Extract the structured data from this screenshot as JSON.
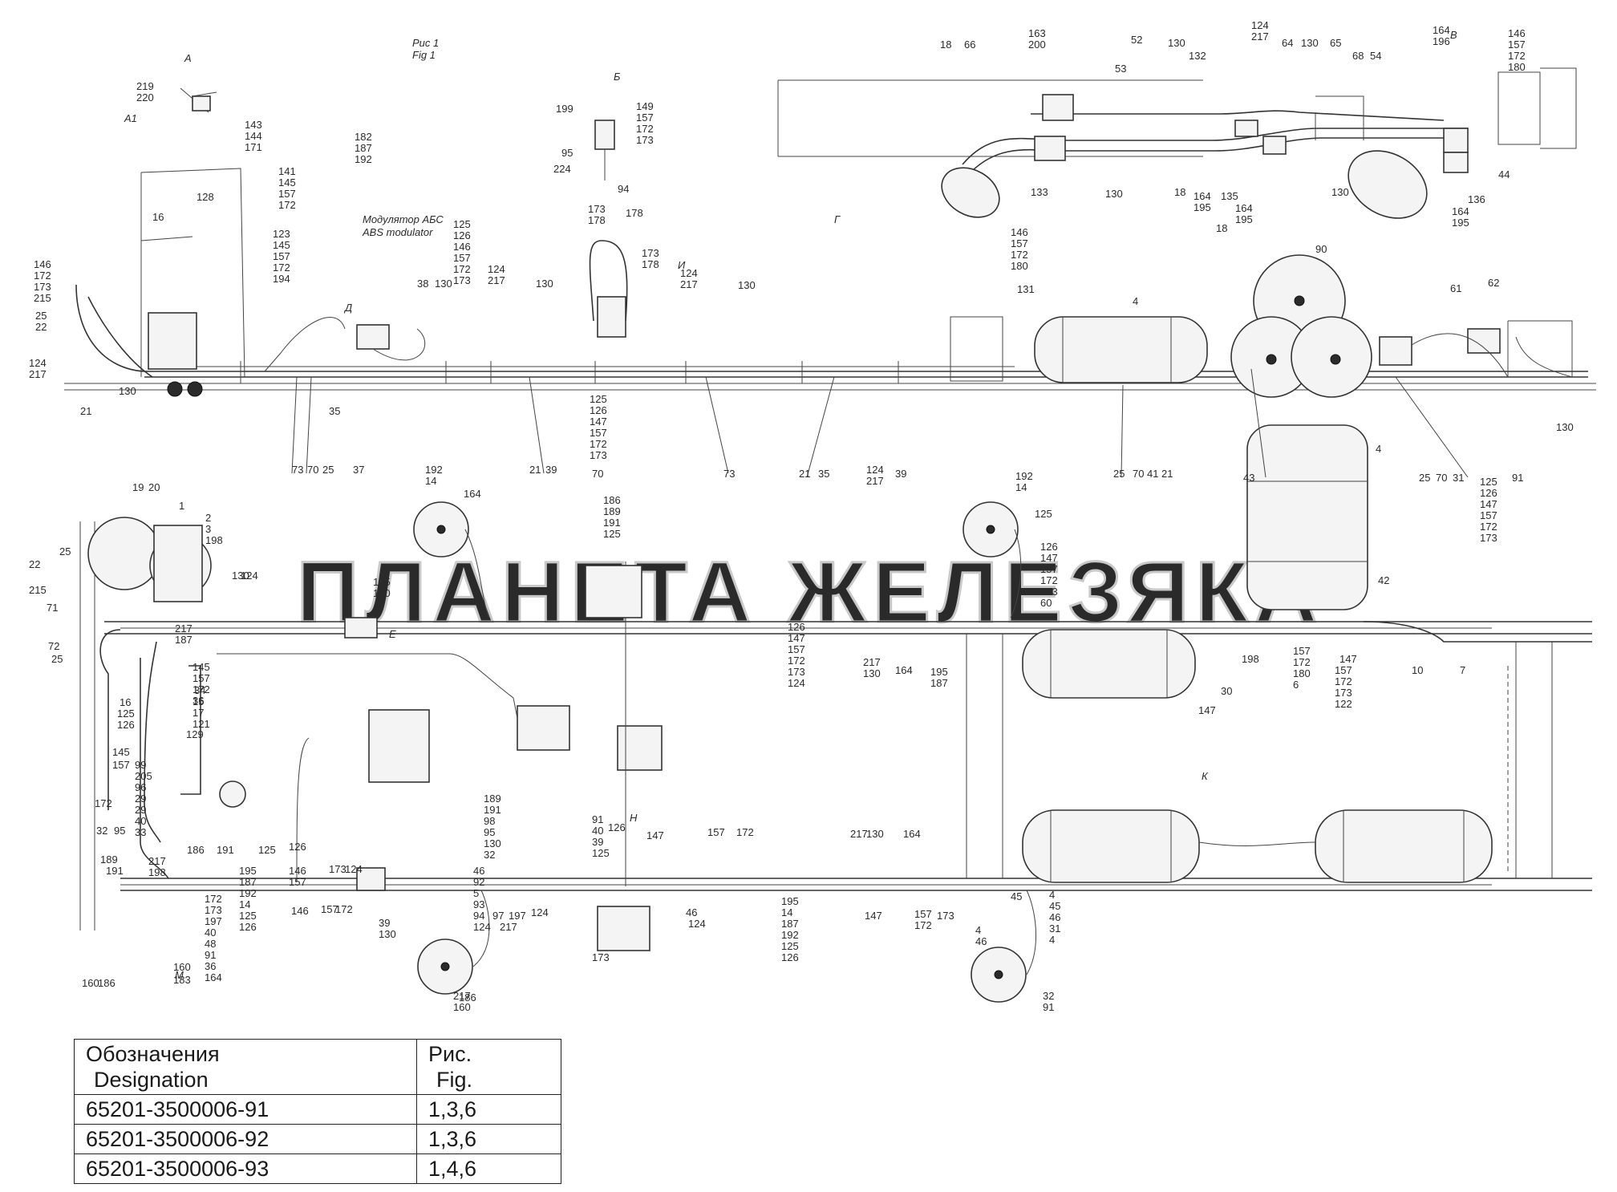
{
  "watermark": "ПЛАНЕТА ЖЕЛЕЗЯКА",
  "figure_caption": {
    "ru": "Рис 1",
    "en": "Fig 1"
  },
  "callouts": {
    "modulator": {
      "ru": "Модулятор АБС",
      "en": "ABS modulator"
    }
  },
  "view_letters": [
    "А",
    "А1",
    "Б",
    "В",
    "Г",
    "Е",
    "И",
    "К",
    "М",
    "Н",
    "Д"
  ],
  "part_labels": [
    {
      "id": "l1",
      "text": "219"
    },
    {
      "id": "l2",
      "text": "220"
    },
    {
      "id": "l3",
      "text": "143"
    },
    {
      "id": "l4",
      "text": "144"
    },
    {
      "id": "l5",
      "text": "171"
    },
    {
      "id": "l6",
      "text": "182"
    },
    {
      "id": "l7",
      "text": "187"
    },
    {
      "id": "l8",
      "text": "192"
    },
    {
      "id": "l9",
      "text": "199"
    },
    {
      "id": "l10",
      "text": "95"
    },
    {
      "id": "l11",
      "text": "224"
    },
    {
      "id": "l12",
      "text": "94"
    },
    {
      "id": "l13",
      "text": "149"
    },
    {
      "id": "l14",
      "text": "157"
    },
    {
      "id": "l15",
      "text": "172"
    },
    {
      "id": "l16",
      "text": "173"
    },
    {
      "id": "l17",
      "text": "141"
    },
    {
      "id": "l18",
      "text": "145"
    },
    {
      "id": "l19",
      "text": "157"
    },
    {
      "id": "l20",
      "text": "172"
    },
    {
      "id": "l21",
      "text": "128"
    },
    {
      "id": "l22",
      "text": "16"
    },
    {
      "id": "l23",
      "text": "123"
    },
    {
      "id": "l24",
      "text": "145"
    },
    {
      "id": "l25",
      "text": "157"
    },
    {
      "id": "l26",
      "text": "172"
    },
    {
      "id": "l27",
      "text": "194"
    },
    {
      "id": "l28",
      "text": "146"
    },
    {
      "id": "l29",
      "text": "172"
    },
    {
      "id": "l30",
      "text": "173"
    },
    {
      "id": "l31",
      "text": "215"
    },
    {
      "id": "l32",
      "text": "25"
    },
    {
      "id": "l33",
      "text": "22"
    },
    {
      "id": "l34",
      "text": "124"
    },
    {
      "id": "l35",
      "text": "217"
    },
    {
      "id": "l36",
      "text": "21"
    },
    {
      "id": "l37",
      "text": "130"
    },
    {
      "id": "l38",
      "text": "125"
    },
    {
      "id": "l39",
      "text": "126"
    },
    {
      "id": "l40",
      "text": "146"
    },
    {
      "id": "l41",
      "text": "157"
    },
    {
      "id": "l42",
      "text": "172"
    },
    {
      "id": "l43",
      "text": "173"
    },
    {
      "id": "l44",
      "text": "38"
    },
    {
      "id": "l45",
      "text": "130"
    },
    {
      "id": "l46",
      "text": "124"
    },
    {
      "id": "l47",
      "text": "217"
    },
    {
      "id": "l48",
      "text": "130"
    },
    {
      "id": "l49",
      "text": "35"
    },
    {
      "id": "l50",
      "text": "173"
    },
    {
      "id": "l51",
      "text": "178"
    },
    {
      "id": "l52",
      "text": "178"
    },
    {
      "id": "l53",
      "text": "173"
    },
    {
      "id": "l54",
      "text": "178"
    },
    {
      "id": "l55",
      "text": "124"
    },
    {
      "id": "l56",
      "text": "217"
    },
    {
      "id": "l57",
      "text": "130"
    },
    {
      "id": "l58",
      "text": "125"
    },
    {
      "id": "l59",
      "text": "126"
    },
    {
      "id": "l60",
      "text": "147"
    },
    {
      "id": "l61",
      "text": "157"
    },
    {
      "id": "l62",
      "text": "172"
    },
    {
      "id": "l63",
      "text": "173"
    },
    {
      "id": "l64",
      "text": "73"
    },
    {
      "id": "l65",
      "text": "70"
    },
    {
      "id": "l66",
      "text": "25"
    },
    {
      "id": "l67",
      "text": "37"
    },
    {
      "id": "l68",
      "text": "21"
    },
    {
      "id": "l69",
      "text": "39"
    },
    {
      "id": "l70",
      "text": "70"
    },
    {
      "id": "l71",
      "text": "73"
    },
    {
      "id": "l72",
      "text": "21"
    },
    {
      "id": "l73",
      "text": "35"
    },
    {
      "id": "l74",
      "text": "124"
    },
    {
      "id": "l75",
      "text": "217"
    },
    {
      "id": "l76",
      "text": "39"
    },
    {
      "id": "l77",
      "text": "18"
    },
    {
      "id": "l78",
      "text": "66"
    },
    {
      "id": "l79",
      "text": "163"
    },
    {
      "id": "l80",
      "text": "200"
    },
    {
      "id": "l81",
      "text": "53"
    },
    {
      "id": "l82",
      "text": "52"
    },
    {
      "id": "l83",
      "text": "130"
    },
    {
      "id": "l84",
      "text": "132"
    },
    {
      "id": "l85",
      "text": "124"
    },
    {
      "id": "l86",
      "text": "217"
    },
    {
      "id": "l87",
      "text": "64"
    },
    {
      "id": "l88",
      "text": "130"
    },
    {
      "id": "l89",
      "text": "65"
    },
    {
      "id": "l90",
      "text": "68"
    },
    {
      "id": "l91",
      "text": "54"
    },
    {
      "id": "l92",
      "text": "164"
    },
    {
      "id": "l93",
      "text": "196"
    },
    {
      "id": "l94",
      "text": "146"
    },
    {
      "id": "l95",
      "text": "157"
    },
    {
      "id": "l96",
      "text": "172"
    },
    {
      "id": "l97",
      "text": "180"
    },
    {
      "id": "l98",
      "text": "133"
    },
    {
      "id": "l99",
      "text": "130"
    },
    {
      "id": "l100",
      "text": "18"
    },
    {
      "id": "l101",
      "text": "164"
    },
    {
      "id": "l102",
      "text": "195"
    },
    {
      "id": "l103",
      "text": "135"
    },
    {
      "id": "l104",
      "text": "164"
    },
    {
      "id": "l105",
      "text": "195"
    },
    {
      "id": "l106",
      "text": "18"
    },
    {
      "id": "l107",
      "text": "130"
    },
    {
      "id": "l108",
      "text": "136"
    },
    {
      "id": "l109",
      "text": "164"
    },
    {
      "id": "l110",
      "text": "195"
    },
    {
      "id": "l111",
      "text": "44"
    },
    {
      "id": "l112",
      "text": "146"
    },
    {
      "id": "l113",
      "text": "157"
    },
    {
      "id": "l114",
      "text": "172"
    },
    {
      "id": "l115",
      "text": "180"
    },
    {
      "id": "l116",
      "text": "131"
    },
    {
      "id": "l117",
      "text": "4"
    },
    {
      "id": "l118",
      "text": "90"
    },
    {
      "id": "l119",
      "text": "61"
    },
    {
      "id": "l120",
      "text": "62"
    },
    {
      "id": "l121",
      "text": "130"
    },
    {
      "id": "l122",
      "text": "25"
    },
    {
      "id": "l123",
      "text": "70"
    },
    {
      "id": "l124",
      "text": "41"
    },
    {
      "id": "l125",
      "text": "21"
    },
    {
      "id": "l126",
      "text": "43"
    },
    {
      "id": "l127",
      "text": "4"
    },
    {
      "id": "l128",
      "text": "25"
    },
    {
      "id": "l129",
      "text": "70"
    },
    {
      "id": "l130",
      "text": "31"
    },
    {
      "id": "l131",
      "text": "125"
    },
    {
      "id": "l132",
      "text": "126"
    },
    {
      "id": "l133",
      "text": "147"
    },
    {
      "id": "l134",
      "text": "157"
    },
    {
      "id": "l135",
      "text": "172"
    },
    {
      "id": "l136",
      "text": "173"
    },
    {
      "id": "l137",
      "text": "91"
    },
    {
      "id": "l138",
      "text": "19"
    },
    {
      "id": "l139",
      "text": "20"
    },
    {
      "id": "l140",
      "text": "1"
    },
    {
      "id": "l141",
      "text": "2"
    },
    {
      "id": "l142",
      "text": "3"
    },
    {
      "id": "l143",
      "text": "198"
    },
    {
      "id": "l144",
      "text": "25"
    },
    {
      "id": "l145",
      "text": "22"
    },
    {
      "id": "l146",
      "text": "215"
    },
    {
      "id": "l147",
      "text": "71"
    },
    {
      "id": "l148",
      "text": "72"
    },
    {
      "id": "l149",
      "text": "25"
    },
    {
      "id": "l150",
      "text": "130"
    },
    {
      "id": "l151",
      "text": "124"
    },
    {
      "id": "l152",
      "text": "217"
    },
    {
      "id": "l153",
      "text": "187"
    },
    {
      "id": "l154",
      "text": "192"
    },
    {
      "id": "l155",
      "text": "14"
    },
    {
      "id": "l156",
      "text": "164"
    },
    {
      "id": "l157",
      "text": "195"
    },
    {
      "id": "l158",
      "text": "160"
    },
    {
      "id": "l159",
      "text": "186"
    },
    {
      "id": "l160",
      "text": "189"
    },
    {
      "id": "l161",
      "text": "191"
    },
    {
      "id": "l162",
      "text": "125"
    },
    {
      "id": "l163",
      "text": "126"
    },
    {
      "id": "l164",
      "text": "147"
    },
    {
      "id": "l165",
      "text": "157"
    },
    {
      "id": "l166",
      "text": "172"
    },
    {
      "id": "l167",
      "text": "173"
    },
    {
      "id": "l168",
      "text": "124"
    },
    {
      "id": "l169",
      "text": "217"
    },
    {
      "id": "l170",
      "text": "130"
    },
    {
      "id": "l171",
      "text": "164"
    },
    {
      "id": "l172",
      "text": "195"
    },
    {
      "id": "l173",
      "text": "187"
    },
    {
      "id": "l174",
      "text": "192"
    },
    {
      "id": "l175",
      "text": "14"
    },
    {
      "id": "l176",
      "text": "125"
    },
    {
      "id": "l177",
      "text": "126"
    },
    {
      "id": "l178",
      "text": "147"
    },
    {
      "id": "l179",
      "text": "157"
    },
    {
      "id": "l180",
      "text": "172"
    },
    {
      "id": "l181",
      "text": "173"
    },
    {
      "id": "l182",
      "text": "60"
    },
    {
      "id": "l183",
      "text": "42"
    },
    {
      "id": "l184",
      "text": "198"
    },
    {
      "id": "l185",
      "text": "30"
    },
    {
      "id": "l186",
      "text": "147"
    },
    {
      "id": "l187",
      "text": "157"
    },
    {
      "id": "l188",
      "text": "172"
    },
    {
      "id": "l189",
      "text": "180"
    },
    {
      "id": "l190",
      "text": "6"
    },
    {
      "id": "l191",
      "text": "147"
    },
    {
      "id": "l192",
      "text": "157"
    },
    {
      "id": "l193",
      "text": "172"
    },
    {
      "id": "l194",
      "text": "173"
    },
    {
      "id": "l195",
      "text": "122"
    },
    {
      "id": "l196",
      "text": "10"
    },
    {
      "id": "l197",
      "text": "7"
    },
    {
      "id": "l198",
      "text": "145"
    },
    {
      "id": "l199",
      "text": "157"
    },
    {
      "id": "l200",
      "text": "172"
    },
    {
      "id": "l201",
      "text": "36"
    },
    {
      "id": "l202",
      "text": "16"
    },
    {
      "id": "l203",
      "text": "125"
    },
    {
      "id": "l204",
      "text": "126"
    },
    {
      "id": "l205",
      "text": "145"
    },
    {
      "id": "l206",
      "text": "157"
    },
    {
      "id": "l207",
      "text": "172"
    },
    {
      "id": "l208",
      "text": "34"
    },
    {
      "id": "l209",
      "text": "15"
    },
    {
      "id": "l210",
      "text": "17"
    },
    {
      "id": "l211",
      "text": "121"
    },
    {
      "id": "l212",
      "text": "129"
    },
    {
      "id": "l213",
      "text": "99"
    },
    {
      "id": "l214",
      "text": "205"
    },
    {
      "id": "l215",
      "text": "96"
    },
    {
      "id": "l216",
      "text": "29"
    },
    {
      "id": "l217",
      "text": "29"
    },
    {
      "id": "l218",
      "text": "40"
    },
    {
      "id": "l219",
      "text": "33"
    },
    {
      "id": "l220",
      "text": "46"
    },
    {
      "id": "l221",
      "text": "92"
    },
    {
      "id": "l222",
      "text": "5"
    },
    {
      "id": "l223",
      "text": "93"
    },
    {
      "id": "l224",
      "text": "94"
    },
    {
      "id": "l225",
      "text": "124"
    },
    {
      "id": "l226",
      "text": "217"
    },
    {
      "id": "l227",
      "text": "198"
    },
    {
      "id": "l228",
      "text": "32"
    },
    {
      "id": "l229",
      "text": "95"
    },
    {
      "id": "l230",
      "text": "160"
    },
    {
      "id": "l231",
      "text": "186"
    },
    {
      "id": "l232",
      "text": "189"
    },
    {
      "id": "l233",
      "text": "191"
    },
    {
      "id": "l234",
      "text": "160"
    },
    {
      "id": "l235",
      "text": "183"
    },
    {
      "id": "l236",
      "text": "186"
    },
    {
      "id": "l237",
      "text": "191"
    },
    {
      "id": "l238",
      "text": "125"
    },
    {
      "id": "l239",
      "text": "126"
    },
    {
      "id": "l240",
      "text": "146"
    },
    {
      "id": "l241",
      "text": "157"
    },
    {
      "id": "l242",
      "text": "172"
    },
    {
      "id": "l243",
      "text": "173"
    },
    {
      "id": "l244",
      "text": "197"
    },
    {
      "id": "l245",
      "text": "40"
    },
    {
      "id": "l246",
      "text": "48"
    },
    {
      "id": "l247",
      "text": "91"
    },
    {
      "id": "l248",
      "text": "36"
    },
    {
      "id": "l249",
      "text": "164"
    },
    {
      "id": "l250",
      "text": "195"
    },
    {
      "id": "l251",
      "text": "187"
    },
    {
      "id": "l252",
      "text": "192"
    },
    {
      "id": "l253",
      "text": "14"
    },
    {
      "id": "l254",
      "text": "125"
    },
    {
      "id": "l255",
      "text": "126"
    },
    {
      "id": "l256",
      "text": "146"
    },
    {
      "id": "l257",
      "text": "157"
    },
    {
      "id": "l258",
      "text": "172"
    },
    {
      "id": "l259",
      "text": "173"
    },
    {
      "id": "l260",
      "text": "124"
    },
    {
      "id": "l261",
      "text": "39"
    },
    {
      "id": "l262",
      "text": "130"
    },
    {
      "id": "l263",
      "text": "217"
    },
    {
      "id": "l264",
      "text": "160"
    },
    {
      "id": "l265",
      "text": "186"
    },
    {
      "id": "l266",
      "text": "189"
    },
    {
      "id": "l267",
      "text": "191"
    },
    {
      "id": "l268",
      "text": "98"
    },
    {
      "id": "l269",
      "text": "95"
    },
    {
      "id": "l270",
      "text": "130"
    },
    {
      "id": "l271",
      "text": "32"
    },
    {
      "id": "l272",
      "text": "97"
    },
    {
      "id": "l273",
      "text": "197"
    },
    {
      "id": "l274",
      "text": "124"
    },
    {
      "id": "l275",
      "text": "217"
    },
    {
      "id": "l276",
      "text": "91"
    },
    {
      "id": "l277",
      "text": "40"
    },
    {
      "id": "l278",
      "text": "39"
    },
    {
      "id": "l279",
      "text": "125"
    },
    {
      "id": "l280",
      "text": "126"
    },
    {
      "id": "l281",
      "text": "147"
    },
    {
      "id": "l282",
      "text": "157"
    },
    {
      "id": "l283",
      "text": "172"
    },
    {
      "id": "l284",
      "text": "173"
    },
    {
      "id": "l285",
      "text": "46"
    },
    {
      "id": "l286",
      "text": "124"
    },
    {
      "id": "l287",
      "text": "217"
    },
    {
      "id": "l288",
      "text": "130"
    },
    {
      "id": "l289",
      "text": "164"
    },
    {
      "id": "l290",
      "text": "195"
    },
    {
      "id": "l291",
      "text": "14"
    },
    {
      "id": "l292",
      "text": "187"
    },
    {
      "id": "l293",
      "text": "192"
    },
    {
      "id": "l294",
      "text": "125"
    },
    {
      "id": "l295",
      "text": "126"
    },
    {
      "id": "l296",
      "text": "147"
    },
    {
      "id": "l297",
      "text": "157"
    },
    {
      "id": "l298",
      "text": "172"
    },
    {
      "id": "l299",
      "text": "173"
    },
    {
      "id": "l300",
      "text": "4"
    },
    {
      "id": "l301",
      "text": "46"
    },
    {
      "id": "l302",
      "text": "45"
    },
    {
      "id": "l303",
      "text": "32"
    },
    {
      "id": "l304",
      "text": "91"
    },
    {
      "id": "l305",
      "text": "4"
    },
    {
      "id": "l306",
      "text": "45"
    },
    {
      "id": "l307",
      "text": "46"
    },
    {
      "id": "l308",
      "text": "31"
    },
    {
      "id": "l309",
      "text": "4"
    }
  ],
  "legend": {
    "header_col1": {
      "ru": "Обозначения",
      "en": "Designation"
    },
    "header_col2": {
      "ru": "Рис.",
      "en": "Fig."
    },
    "rows": [
      {
        "designation": "65201-3500006-91",
        "fig": "1,3,6"
      },
      {
        "designation": "65201-3500006-92",
        "fig": "1,3,6"
      },
      {
        "designation": "65201-3500006-93",
        "fig": "1,4,6"
      }
    ]
  }
}
